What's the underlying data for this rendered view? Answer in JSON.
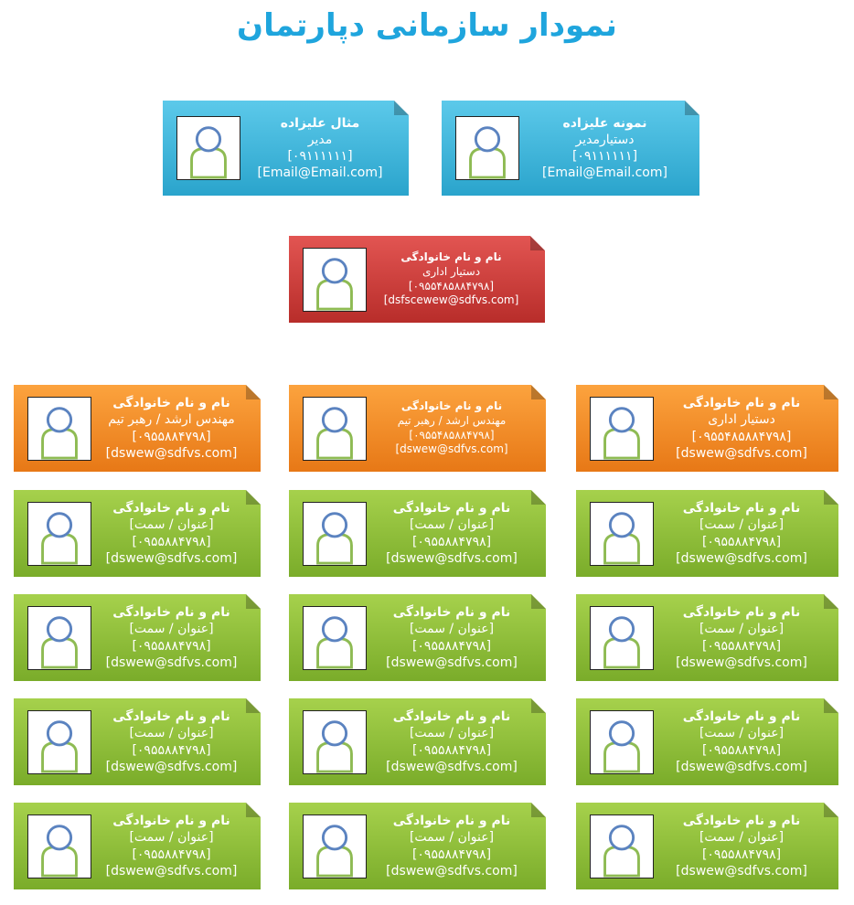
{
  "title": "نمودار سازمانی دپارتمان",
  "colors": {
    "title": "#1fa5dd",
    "blue": [
      "#5cc9ea",
      "#2aa4cc"
    ],
    "red": [
      "#e25552",
      "#b82d2a"
    ],
    "orange": [
      "#fca33e",
      "#e77816"
    ],
    "green": [
      "#a6d14c",
      "#7aac2a"
    ],
    "figure_head": "#5b83c0",
    "figure_body": "#8ebb53"
  },
  "cards": [
    {
      "color": "blue",
      "name": "نمونه علیزاده",
      "role": "دستیارمدیر",
      "phone": "[۰۹۱۱۱۱۱۱]",
      "email": "[Email@Email.com]"
    },
    {
      "color": "blue",
      "name": "مثال علیزاده",
      "role": "مدیر",
      "phone": "[۰۹۱۱۱۱۱۱]",
      "email": "[Email@Email.com]"
    },
    {
      "color": "red",
      "name": "نام و نام خانوادگی",
      "role": "دستیار اداری",
      "phone": "[۰۹۵۵۴۸۵۸۸۴۷۹۸]",
      "email": "[dsfscewew@sdfvs.com]"
    },
    {
      "color": "orange",
      "name": "نام و نام خانوادگی",
      "role": "دستیار اداری",
      "phone": "[۰۹۵۵۴۸۵۸۸۴۷۹۸]",
      "email": "[dswew@sdfvs.com]"
    },
    {
      "color": "orange",
      "name": "نام و نام خانوادگی",
      "role": "مهندس ارشد / رهبر تیم",
      "phone": "[۰۹۵۵۴۸۵۸۸۴۷۹۸]",
      "email": "[dswew@sdfvs.com]"
    },
    {
      "color": "orange",
      "name": "نام و نام خانوادگی",
      "role": "مهندس ارشد / رهبر تیم",
      "phone": "[۰۹۵۵۸۸۴۷۹۸]",
      "email": "[dswew@sdfvs.com]"
    },
    {
      "color": "green",
      "name": "نام و نام خانوادگی",
      "role": "[عنوان / سمت]",
      "phone": "[۰۹۵۵۸۸۴۷۹۸]",
      "email": "[dswew@sdfvs.com]"
    },
    {
      "color": "green",
      "name": "نام و نام خانوادگی",
      "role": "[عنوان / سمت]",
      "phone": "[۰۹۵۵۸۸۴۷۹۸]",
      "email": "[dswew@sdfvs.com]"
    },
    {
      "color": "green",
      "name": "نام و نام خانوادگی",
      "role": "[عنوان / سمت]",
      "phone": "[۰۹۵۵۸۸۴۷۹۸]",
      "email": "[dswew@sdfvs.com]"
    },
    {
      "color": "green",
      "name": "نام و نام خانوادگی",
      "role": "[عنوان / سمت]",
      "phone": "[۰۹۵۵۸۸۴۷۹۸]",
      "email": "[dswew@sdfvs.com]"
    },
    {
      "color": "green",
      "name": "نام و نام خانوادگی",
      "role": "[عنوان / سمت]",
      "phone": "[۰۹۵۵۸۸۴۷۹۸]",
      "email": "[dswew@sdfvs.com]"
    },
    {
      "color": "green",
      "name": "نام و نام خانوادگی",
      "role": "[عنوان / سمت]",
      "phone": "[۰۹۵۵۸۸۴۷۹۸]",
      "email": "[dswew@sdfvs.com]"
    },
    {
      "color": "green",
      "name": "نام و نام خانوادگی",
      "role": "[عنوان / سمت]",
      "phone": "[۰۹۵۵۸۸۴۷۹۸]",
      "email": "[dswew@sdfvs.com]"
    },
    {
      "color": "green",
      "name": "نام و نام خانوادگی",
      "role": "[عنوان / سمت]",
      "phone": "[۰۹۵۵۸۸۴۷۹۸]",
      "email": "[dswew@sdfvs.com]"
    },
    {
      "color": "green",
      "name": "نام و نام خانوادگی",
      "role": "[عنوان / سمت]",
      "phone": "[۰۹۵۵۸۸۴۷۹۸]",
      "email": "[dswew@sdfvs.com]"
    },
    {
      "color": "green",
      "name": "نام و نام خانوادگی",
      "role": "[عنوان / سمت]",
      "phone": "[۰۹۵۵۸۸۴۷۹۸]",
      "email": "[dswew@sdfvs.com]"
    },
    {
      "color": "green",
      "name": "نام و نام خانوادگی",
      "role": "[عنوان / سمت]",
      "phone": "[۰۹۵۵۸۸۴۷۹۸]",
      "email": "[dswew@sdfvs.com]"
    },
    {
      "color": "green",
      "name": "نام و نام خانوادگی",
      "role": "[عنوان / سمت]",
      "phone": "[۰۹۵۵۸۸۴۷۹۸]",
      "email": "[dswew@sdfvs.com]"
    }
  ]
}
